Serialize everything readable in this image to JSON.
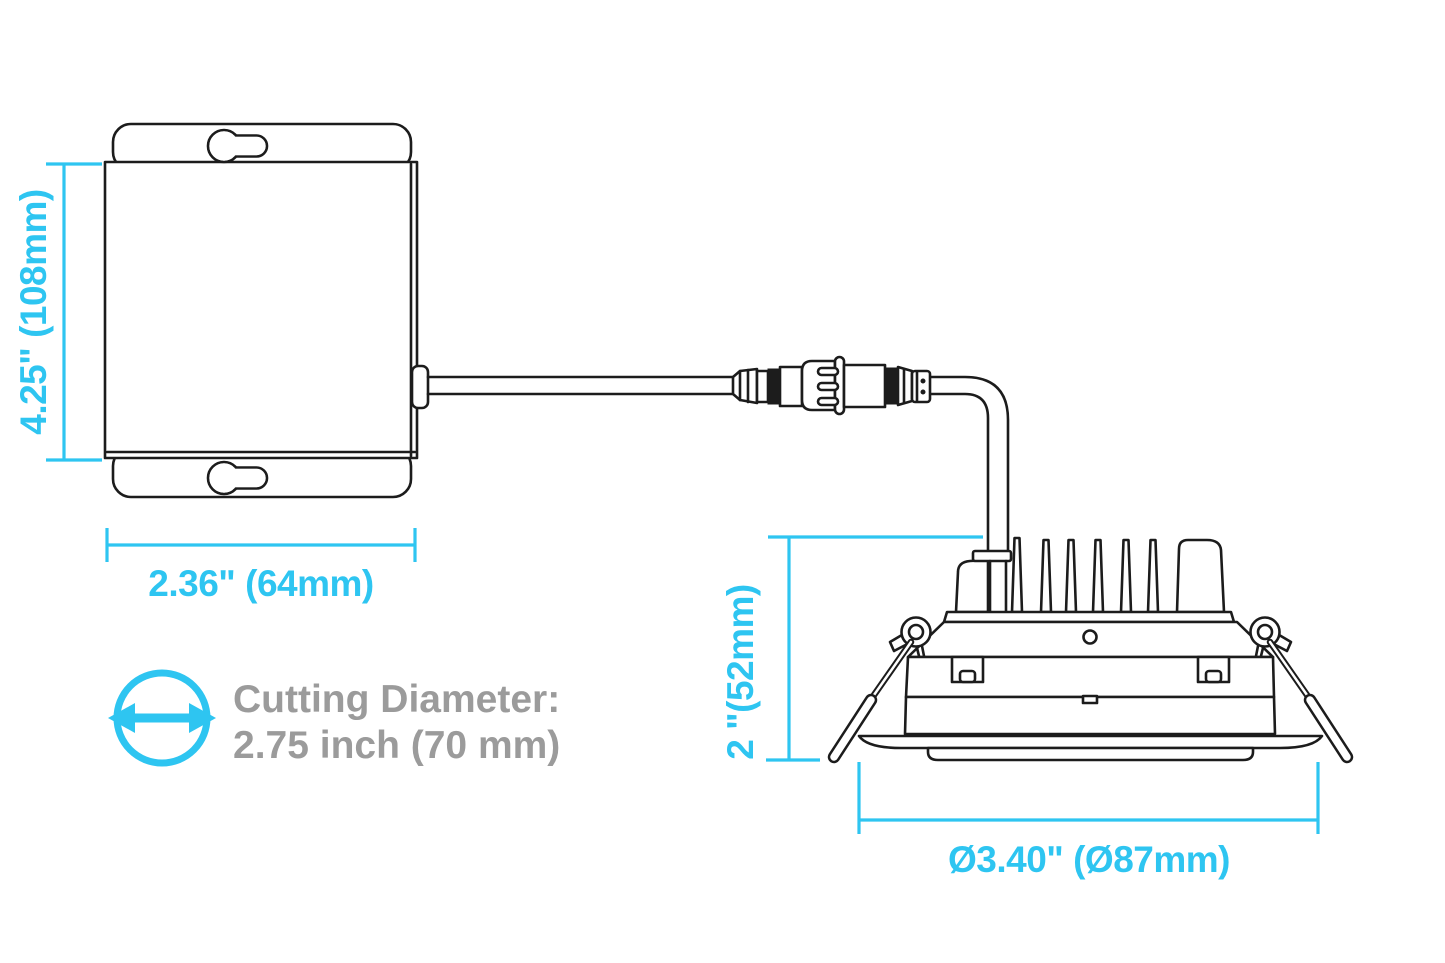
{
  "diagram": {
    "colors": {
      "accent": "#2ec5f1",
      "line": "#1c1c1c",
      "muted": "#9b9b9b",
      "bg": "#ffffff"
    },
    "labels": {
      "junction_box_height": "4.25\" (108mm)",
      "junction_box_width": "2.36\" (64mm)",
      "fixture_height": "2 \"(52mm)",
      "fixture_diameter": "Ø3.40\" (Ø87mm)",
      "cutting_title": "Cutting Diameter:",
      "cutting_value": "2.75 inch (70 mm)"
    },
    "icons": {
      "cutting_diameter": "diameter-double-arrow-icon"
    }
  }
}
